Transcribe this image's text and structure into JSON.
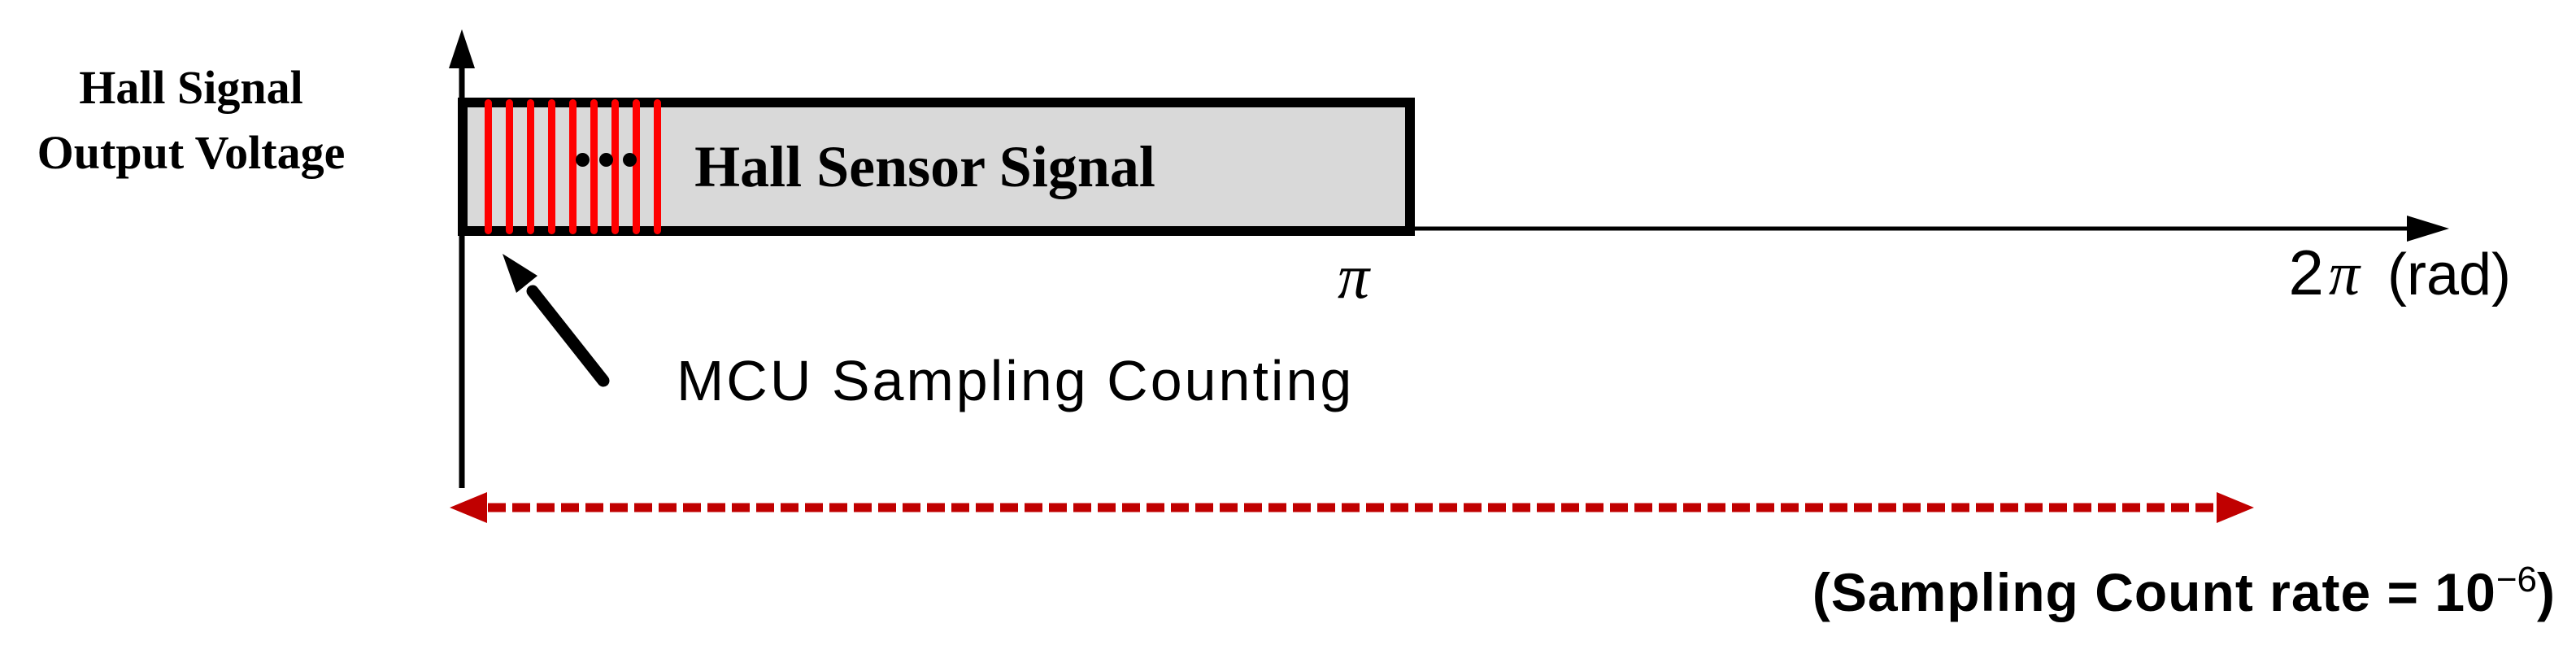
{
  "colors": {
    "ink": "#000000",
    "sampling_line": "#ff0000",
    "range_arrow": "#c00000",
    "box_fill": "#d9d9d9"
  },
  "y_axis": {
    "label_line1": "Hall Signal",
    "label_line2": "Output Voltage"
  },
  "x_axis": {
    "pi_tick": "π",
    "end_tick_coefficient": "2",
    "end_tick_symbol": "π",
    "unit": "(rad)"
  },
  "signal_box": {
    "label": "Hall Sensor Signal",
    "sampling_line_count": 9,
    "ellipsis_dot_count": 3
  },
  "annotations": {
    "sampling_arrow_label": "MCU Sampling Counting",
    "sampling_rate_prefix": "(Sampling Count rate = 10",
    "sampling_rate_exponent": "−6",
    "sampling_rate_suffix": ")"
  }
}
